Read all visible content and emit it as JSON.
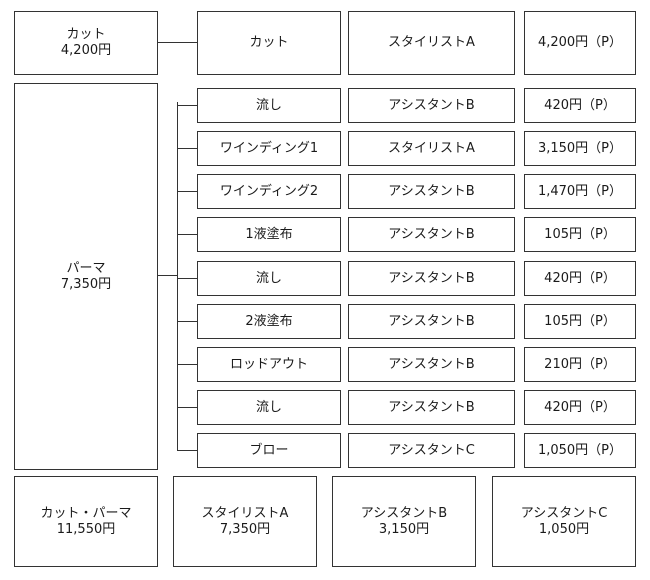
{
  "cut": {
    "title": "カット",
    "price": "4,200円"
  },
  "cut_row": {
    "step": "カット",
    "staff": "スタイリストA",
    "fee": "4,200円（P）"
  },
  "perm": {
    "title": "パーマ",
    "price": "7,350円"
  },
  "perm_rows": [
    {
      "step": "流し",
      "staff": "アシスタントB",
      "fee": "420円（P）"
    },
    {
      "step": "ワインディング1",
      "staff": "スタイリストA",
      "fee": "3,150円（P）"
    },
    {
      "step": "ワインディング2",
      "staff": "アシスタントB",
      "fee": "1,470円（P）"
    },
    {
      "step": "1液塗布",
      "staff": "アシスタントB",
      "fee": "105円（P）"
    },
    {
      "step": "流し",
      "staff": "アシスタントB",
      "fee": "420円（P）"
    },
    {
      "step": "2液塗布",
      "staff": "アシスタントB",
      "fee": "105円（P）"
    },
    {
      "step": "ロッドアウト",
      "staff": "アシスタントB",
      "fee": "210円（P）"
    },
    {
      "step": "流し",
      "staff": "アシスタントB",
      "fee": "420円（P）"
    },
    {
      "step": "ブロー",
      "staff": "アシスタントC",
      "fee": "1,050円（P）"
    }
  ],
  "summary": [
    {
      "name": "カット・パーマ",
      "amount": "11,550円"
    },
    {
      "name": "スタイリストA",
      "amount": "7,350円"
    },
    {
      "name": "アシスタントB",
      "amount": "3,150円"
    },
    {
      "name": "アシスタントC",
      "amount": "1,050円"
    }
  ]
}
